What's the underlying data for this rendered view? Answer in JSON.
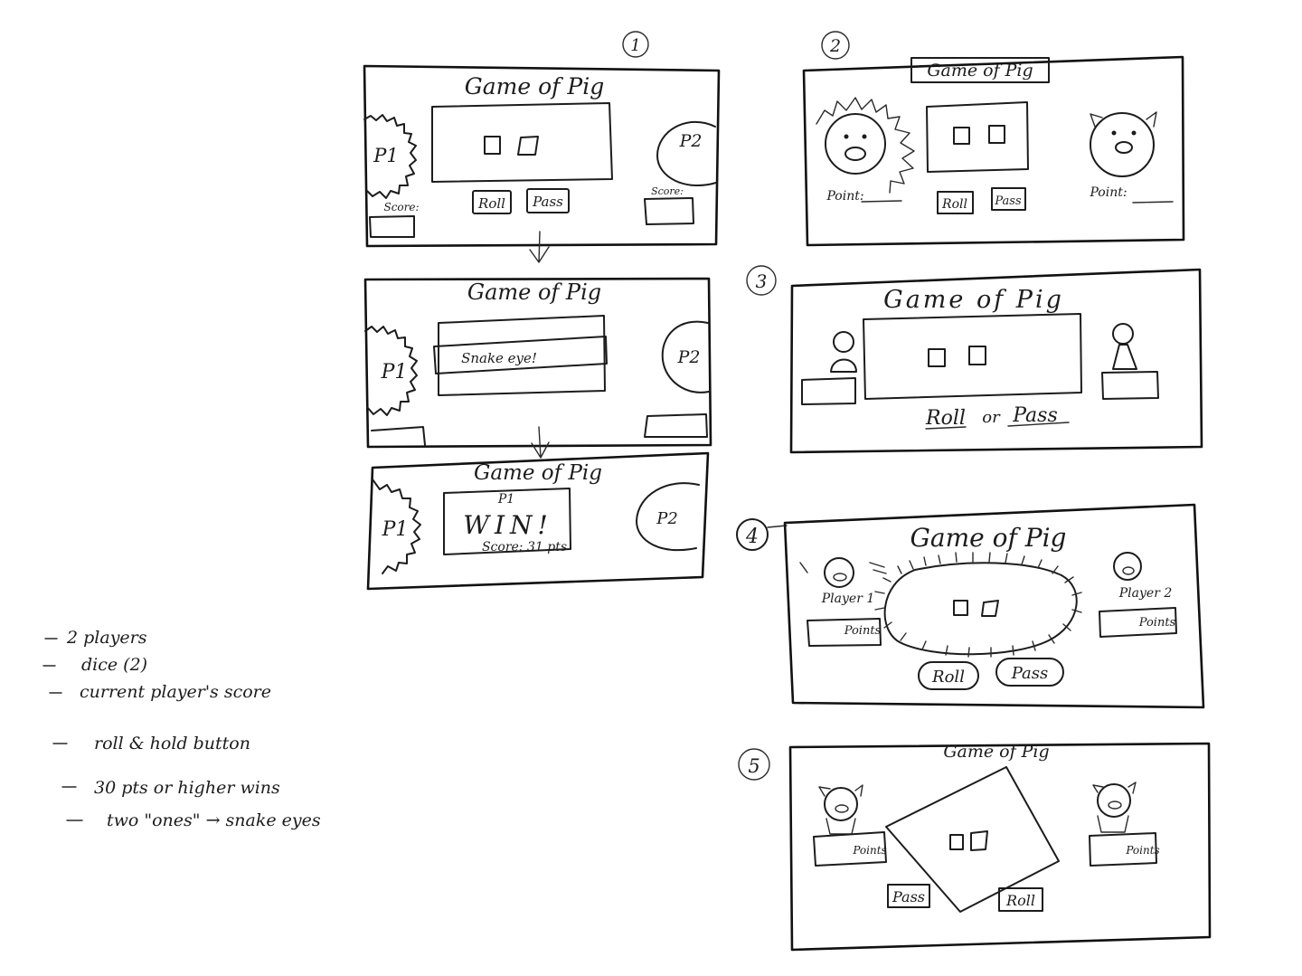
{
  "colors": {
    "ink": "#1c1c1c",
    "paper": "#ffffff"
  },
  "sketch_numbers": [
    "1",
    "2",
    "3",
    "4",
    "5"
  ],
  "game_title": "Game of Pig",
  "sketch1": {
    "title": "Game of Pig",
    "p1": "P1",
    "p2": "P2",
    "roll": "Roll",
    "pass": "Pass",
    "score_left": "Score:",
    "score_right": "Score:"
  },
  "sketch1b": {
    "title": "Game of Pig",
    "p1": "P1",
    "p2": "P2",
    "message": "Snake eye!"
  },
  "sketch1c": {
    "title": "Game of Pig",
    "p1": "P1",
    "p2": "P2",
    "winner": "P1",
    "win_text": "WIN!",
    "score_text": "Score: 31 pts"
  },
  "sketch2": {
    "title": "Game of Pig",
    "roll": "Roll",
    "pass": "Pass",
    "points_left": "Point:",
    "points_right": "Point:"
  },
  "sketch3": {
    "title": "Game of Pig",
    "roll": "Roll",
    "or": "or",
    "pass": "Pass"
  },
  "sketch4": {
    "title": "Game of Pig",
    "player1": "Player 1",
    "player2": "Player 2",
    "points_left": "Points",
    "points_right": "Points",
    "roll": "Roll",
    "pass": "Pass"
  },
  "sketch5": {
    "title": "Game of Pig",
    "points_left": "Points",
    "points_right": "Points",
    "pass": "Pass",
    "roll": "Roll"
  },
  "notes": [
    "2 players",
    "dice (2)",
    "current player's score",
    "roll & hold button",
    "30 pts or higher wins",
    "two \"ones\" → snake eyes"
  ]
}
